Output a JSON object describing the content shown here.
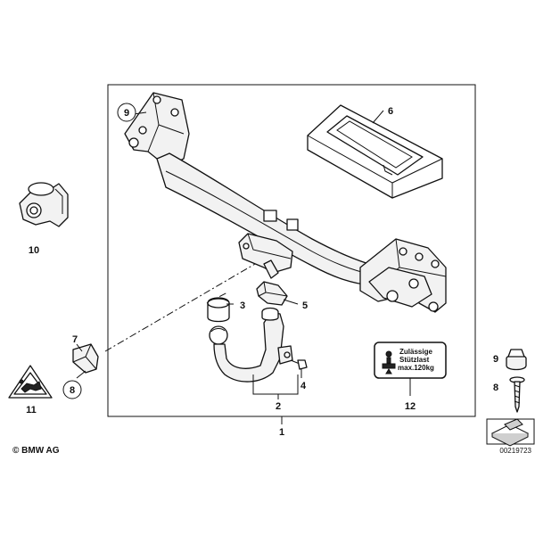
{
  "copyright": "© BMW AG",
  "diagram_id": "00219723",
  "callouts": {
    "c1": "1",
    "c2": "2",
    "c3": "3",
    "c4": "4",
    "c5": "5",
    "c6": "6",
    "c7": "7",
    "c8": "8",
    "c9": "9",
    "c10": "10",
    "c11": "11",
    "c12": "12",
    "side9": "9",
    "side8": "8"
  },
  "label_sticker": {
    "line1": "Zulässige",
    "line2": "Stützlast",
    "line3": "max.120kg"
  }
}
